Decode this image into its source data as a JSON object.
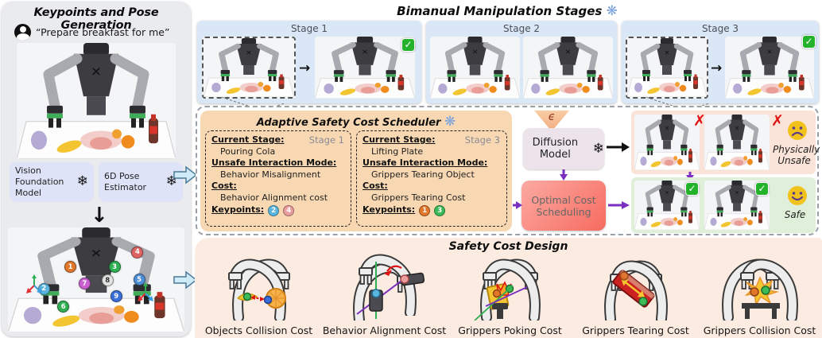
{
  "colors": {
    "stage_bg": "#d9e7f6",
    "scheduler_bg": "#f8d8b2",
    "bottom_bg": "#fcebe0",
    "unsafe_bg": "#fae3d8",
    "safe_bg": "#e0efda",
    "accent_purple": "#7b2fbe",
    "check_green": "#23b229",
    "cross_red": "#e01212"
  },
  "icons": {
    "snowflake": "❄",
    "pinwheel": "❋",
    "check": "✓",
    "cross": "✗",
    "down_arrow": "↓",
    "right_arrow": "→",
    "epsilon": "ϵ"
  },
  "left_panel": {
    "title": "Keypoints and Pose Generation",
    "instruction": "“Prepare breakfast for me”",
    "modules": [
      {
        "label": "Vision Foundation Model"
      },
      {
        "label": "6D Pose Estimator"
      }
    ],
    "keypoints": [
      {
        "n": "1",
        "color": "#e0772a"
      },
      {
        "n": "2",
        "color": "#5ab4dc"
      },
      {
        "n": "3",
        "color": "#2fae52"
      },
      {
        "n": "4",
        "color": "#e06363"
      },
      {
        "n": "5",
        "color": "#4d8ed6"
      },
      {
        "n": "6",
        "color": "#2fae52"
      },
      {
        "n": "7",
        "color": "#c95fd0"
      },
      {
        "n": "8",
        "color": "#e3e3e3"
      },
      {
        "n": "9",
        "color": "#3b6ed6"
      }
    ]
  },
  "stages": {
    "title": "Bimanual Manipulation Stages",
    "items": [
      {
        "label": "Stage 1"
      },
      {
        "label": "Stage 2"
      },
      {
        "label": "Stage 3"
      }
    ]
  },
  "scheduler": {
    "title": "Adaptive Safety Cost Scheduler",
    "labels": {
      "current": "Current Stage:",
      "unsafe": "Unsafe Interaction Mode:",
      "cost": "Cost:",
      "keypoints": "Keypoints:"
    },
    "cards": [
      {
        "stage_tag": "Stage 1",
        "current_stage": "Pouring Cola",
        "unsafe_mode": "Behavior Misalignment",
        "cost": "Behavior Alignment cost",
        "keypoints": [
          {
            "n": "2",
            "color": "#5ab4dc"
          },
          {
            "n": "4",
            "color": "#ea9d9d"
          }
        ]
      },
      {
        "stage_tag": "Stage 3",
        "current_stage": "Lifting Plate",
        "unsafe_mode": "Grippers Tearing Object",
        "cost": "Grippers Tearing Cost",
        "keypoints": [
          {
            "n": "1",
            "color": "#e0772a"
          },
          {
            "n": "3",
            "color": "#3dbb57"
          }
        ]
      }
    ]
  },
  "pipeline": {
    "epsilon": "ϵ",
    "diffusion": "Diffusion Model",
    "optimal": "Optimal Cost Scheduling"
  },
  "outcomes": {
    "unsafe": "Physically Unsafe",
    "safe": "Safe"
  },
  "cost_design": {
    "title": "Safety Cost Design",
    "items": [
      {
        "label": "Objects Collision Cost"
      },
      {
        "label": "Behavior Alignment Cost"
      },
      {
        "label": "Grippers Poking Cost"
      },
      {
        "label": "Grippers Tearing Cost"
      },
      {
        "label": "Grippers Collision Cost"
      }
    ]
  }
}
